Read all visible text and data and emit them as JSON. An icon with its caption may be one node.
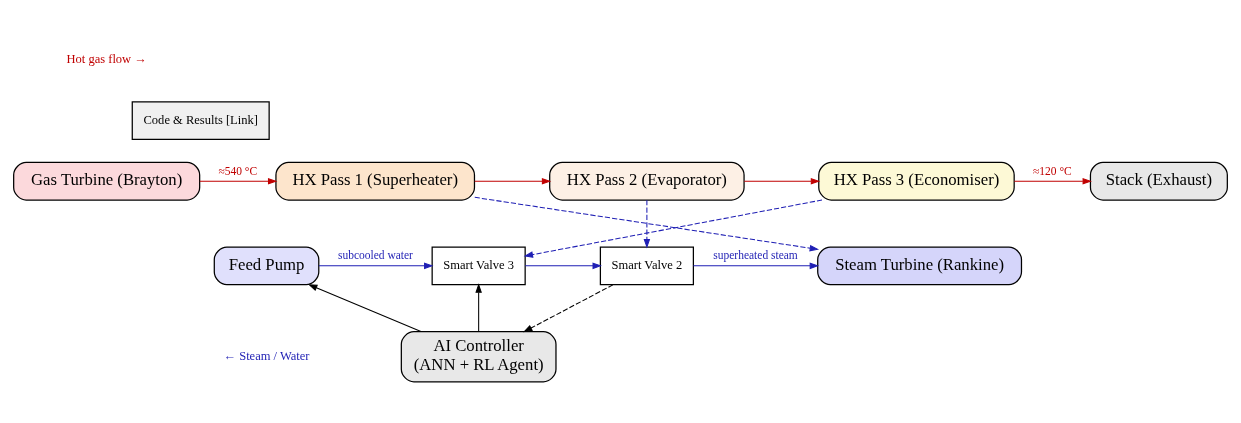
{
  "diagram": {
    "nodes": [
      {
        "text": [
          "Gas Turbine (Brayton)"
        ]
      },
      {
        "text": [
          "HX Pass 1 (Superheater)"
        ]
      },
      {
        "text": [
          "HX Pass 2 (Evaporator)"
        ]
      },
      {
        "text": [
          "HX Pass 3 (Economiser)"
        ]
      },
      {
        "text": [
          "Stack (Exhaust)"
        ]
      },
      {
        "text": [
          "Feed Pump"
        ]
      },
      {
        "text": [
          "Steam Turbine (Rankine)"
        ]
      },
      {
        "text": [
          "Smart Valve 2"
        ]
      },
      {
        "text": [
          "Smart Valve 3"
        ]
      },
      {
        "text": [
          "AI Controller",
          "(ANN + RL Agent)"
        ]
      },
      {
        "text": [
          "Code & Results [Link]"
        ]
      }
    ],
    "edges": [
      {
        "from": 0,
        "to": 1,
        "arrow": "to",
        "label": "≈540 °C",
        "color": "#c00000"
      },
      {
        "from": 1,
        "to": 2,
        "arrow": "to",
        "color": "#c00000"
      },
      {
        "from": 2,
        "to": 3,
        "arrow": "to",
        "color": "#c00000"
      },
      {
        "from": 3,
        "to": 4,
        "arrow": "to",
        "label": "≈120 °C",
        "color": "#c00000"
      },
      {
        "from": 1,
        "to": 6,
        "arrow": "to",
        "style": "dashed"
      },
      {
        "from": 2,
        "to": 7,
        "arrow": "to",
        "style": "dashed"
      },
      {
        "from": 3,
        "to": 8,
        "arrow": "to",
        "style": "dashed"
      },
      {
        "from": 5,
        "to": 8,
        "arrow": "to",
        "label": "subcooled water"
      },
      {
        "from": 8,
        "to": 7,
        "arrow": "to"
      },
      {
        "from": 7,
        "to": 6,
        "arrow": "to",
        "label": "superheated steam"
      },
      {
        "from": 7,
        "to": 9,
        "arrow": "to",
        "style": "dashed",
        "color": "#000000"
      },
      {
        "from": 9,
        "to": 8,
        "arrow": "to",
        "color": "#000000"
      },
      {
        "from": 9,
        "to": 5,
        "arrow": "to",
        "color": "#000000"
      }
    ],
    "labels": [
      "Hot gas flow →",
      "← Steam / Water"
    ]
  }
}
